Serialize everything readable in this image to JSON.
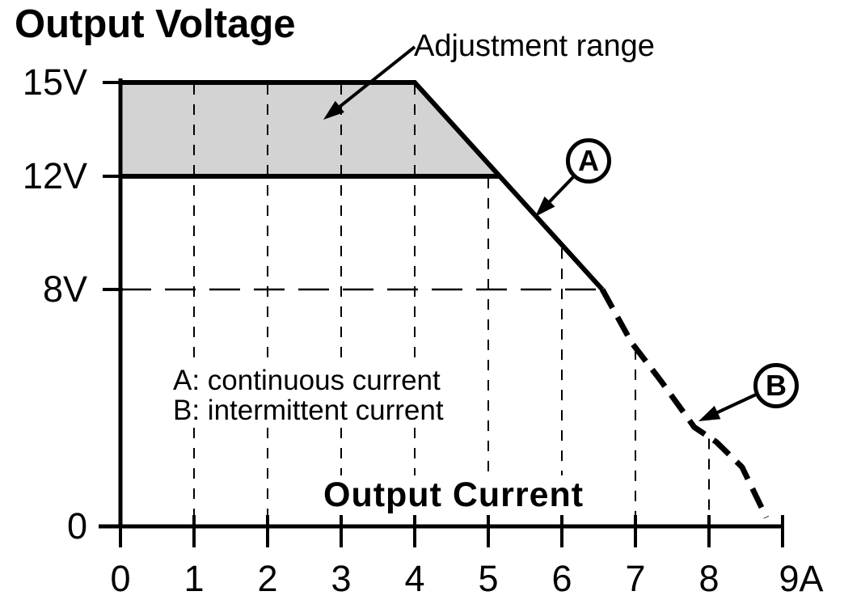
{
  "colors": {
    "ink": "#000000",
    "band_fill": "#d3d3d3",
    "background": "#ffffff"
  },
  "chart_data": {
    "type": "line",
    "title": "Output Voltage",
    "xlabel": "Output Current",
    "ylabel": "Output Voltage",
    "x_unit": "A",
    "y_unit": "V",
    "xlim": [
      0,
      9.3
    ],
    "ylim": [
      0,
      16
    ],
    "x_ticks": [
      {
        "value": 0,
        "label": "0"
      },
      {
        "value": 1,
        "label": "1"
      },
      {
        "value": 2,
        "label": "2"
      },
      {
        "value": 3,
        "label": "3"
      },
      {
        "value": 4,
        "label": "4"
      },
      {
        "value": 5,
        "label": "5"
      },
      {
        "value": 6,
        "label": "6"
      },
      {
        "value": 7,
        "label": "7"
      },
      {
        "value": 8,
        "label": "8"
      },
      {
        "value": 9,
        "label": "9A"
      }
    ],
    "y_ticks": [
      {
        "value": 15,
        "label": "15V"
      },
      {
        "value": 12,
        "label": "12V"
      },
      {
        "value": 8,
        "label": "8V"
      },
      {
        "value": 0,
        "label": "0"
      }
    ],
    "grid": {
      "vertical_dashed_at": [
        1,
        2,
        3,
        4,
        5,
        6,
        7,
        8
      ],
      "horizontal_dashed_at_v": 8,
      "horizontal_dashed_extends_to_a": 6.55
    },
    "series": [
      {
        "id": "A",
        "name": "A: continuous current",
        "line_style": "solid",
        "points": [
          [
            0,
            15
          ],
          [
            4,
            15
          ],
          [
            6.55,
            8
          ]
        ]
      },
      {
        "id": "B",
        "name": "B: intermittent current",
        "line_style": "dashed",
        "points": [
          [
            6.55,
            8
          ],
          [
            6.95,
            6.2
          ],
          [
            7.35,
            4.9
          ],
          [
            7.8,
            3.35
          ],
          [
            8.1,
            2.85
          ],
          [
            8.45,
            2.0
          ],
          [
            8.78,
            0.3
          ]
        ]
      }
    ],
    "adjustment_range": {
      "label": "Adjustment range",
      "fill": "#d3d3d3",
      "polygon": [
        [
          0,
          15
        ],
        [
          4,
          15
        ],
        [
          5.15,
          12
        ],
        [
          0,
          12
        ]
      ]
    },
    "annotations": [
      {
        "id": "A",
        "label": "A"
      },
      {
        "id": "B",
        "label": "B"
      }
    ]
  }
}
